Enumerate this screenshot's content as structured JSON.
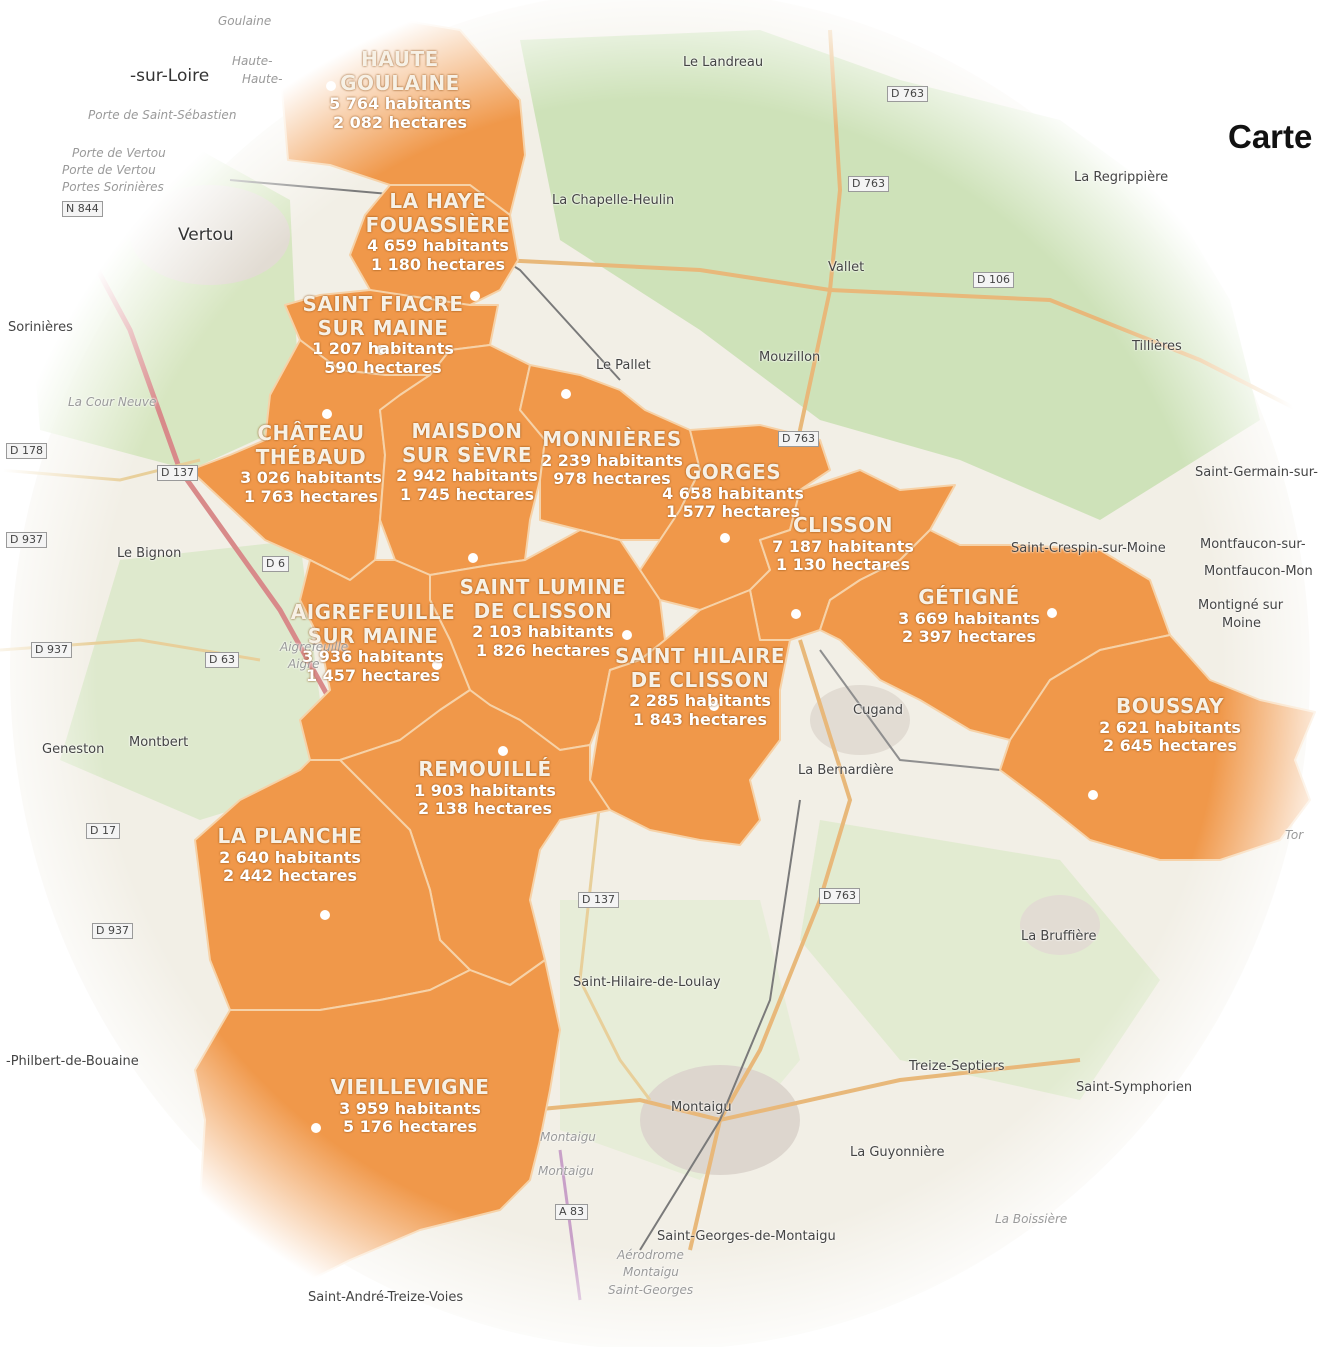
{
  "title": "Carte",
  "colors": {
    "commune_fill": "#f0984a",
    "commune_border": "#f6d2a8",
    "basemap_green": "#c8dfb0",
    "basemap_land": "#f2efe6",
    "road_orange": "#e8b87a"
  },
  "communes": [
    {
      "name": [
        "HAUTE",
        "GOULAINE"
      ],
      "habitants": "5 764 habitants",
      "hectares": "2 082 hectares"
    },
    {
      "name": [
        "LA HAYE",
        "FOUASSIÈRE"
      ],
      "habitants": "4 659 habitants",
      "hectares": "1 180 hectares"
    },
    {
      "name": [
        "SAINT FIACRE",
        "SUR MAINE"
      ],
      "habitants": "1 207 habitants",
      "hectares": "590 hectares"
    },
    {
      "name": [
        "CHÂTEAU",
        "THÉBAUD"
      ],
      "habitants": "3 026 habitants",
      "hectares": "1 763 hectares"
    },
    {
      "name": [
        "MAISDON",
        "SUR SÈVRE"
      ],
      "habitants": "2 942 habitants",
      "hectares": "1 745 hectares"
    },
    {
      "name": [
        "MONNIÈRES"
      ],
      "habitants": "2 239 habitants",
      "hectares": "978 hectares"
    },
    {
      "name": [
        "GORGES"
      ],
      "habitants": "4 658 habitants",
      "hectares": "1 577 hectares"
    },
    {
      "name": [
        "CLISSON"
      ],
      "habitants": "7 187 habitants",
      "hectares": "1 130 hectares"
    },
    {
      "name": [
        "GÉTIGNÉ"
      ],
      "habitants": "3 669 habitants",
      "hectares": "2 397 hectares"
    },
    {
      "name": [
        "SAINT LUMINE",
        "DE CLISSON"
      ],
      "habitants": "2 103 habitants",
      "hectares": "1 826 hectares"
    },
    {
      "name": [
        "AIGREFEUILLE",
        "SUR MAINE"
      ],
      "habitants": "3 936 habitants",
      "hectares": "1 457 hectares"
    },
    {
      "name": [
        "SAINT HILAIRE",
        "DE CLISSON"
      ],
      "habitants": "2 285 habitants",
      "hectares": "1 843 hectares"
    },
    {
      "name": [
        "BOUSSAY"
      ],
      "habitants": "2 621 habitants",
      "hectares": "2 645 hectares"
    },
    {
      "name": [
        "REMOUILLÉ"
      ],
      "habitants": "1 903 habitants",
      "hectares": "2 138 hectares"
    },
    {
      "name": [
        "LA PLANCHE"
      ],
      "habitants": "2 640 habitants",
      "hectares": "2 442 hectares"
    },
    {
      "name": [
        "VIEILLEVIGNE"
      ],
      "habitants": "3 959 habitants",
      "hectares": "5 176 hectares"
    }
  ],
  "basemap_places": [
    "Le Landreau",
    "La Chapelle-Heulin",
    "Vallet",
    "Le Pallet",
    "Mouzillon",
    "La Regrippière",
    "Tillières",
    "Saint-Germain-sur-",
    "Saint-Crespin-sur-Moine",
    "Montfaucon-sur-",
    "Montfaucon-Mon",
    "Montigné sur",
    "Moine",
    "Vertou",
    "Sorinières",
    "La Cour Neuve",
    "Le Bignon",
    "Geneston",
    "Montbert",
    "Cugand",
    "La Bernardière",
    "La Bruffière",
    "Saint-Hilaire-de-Loulay",
    "Treize-Septiers",
    "Saint-Symphorien",
    "Montaigu",
    "La Guyonnière",
    "Saint-Georges-de-Montaigu",
    "Aérodrome",
    "Montaigu",
    "Saint-Georges",
    "-Philbert-de-Bouaine",
    "Saint-André-Treize-Voies",
    "La Boissière",
    "-sur-Loire",
    "Porte de Saint-Sébastien",
    "Porte de Vertou",
    "Porte de Vertou",
    "Portes Sorinières",
    "Goulaine",
    "Haute-",
    "Haute-",
    "Aigrefeuille",
    "Aigre",
    "Montaigu",
    "Montaigu",
    "Tor"
  ],
  "road_labels": [
    "D 763",
    "D 763",
    "D 763",
    "D 763",
    "D 106",
    "N 844",
    "D 178",
    "D 137",
    "D 937",
    "D 937",
    "D 63",
    "D 17",
    "D 937",
    "D 137",
    "A 83",
    "D 6"
  ]
}
